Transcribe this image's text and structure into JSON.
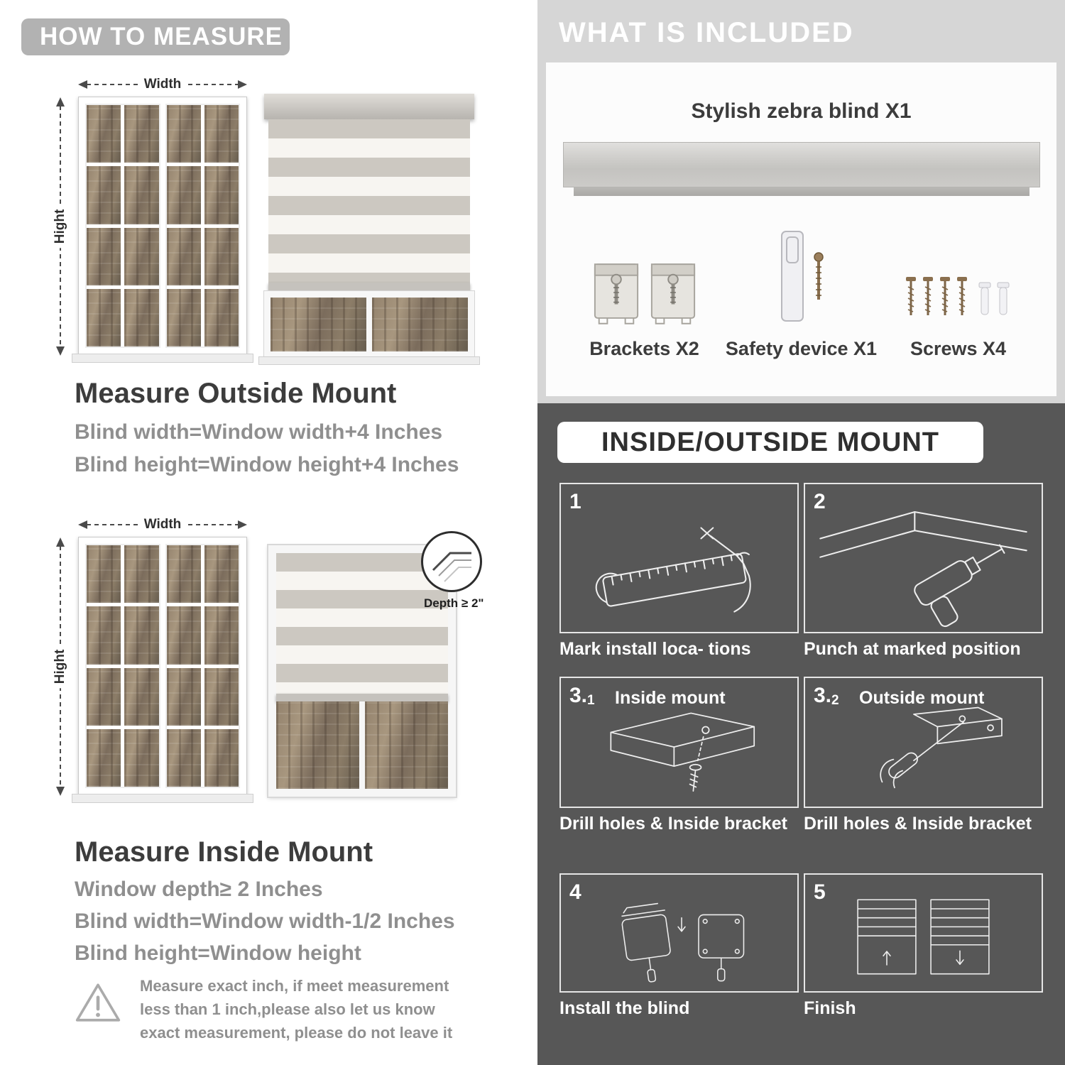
{
  "palette": {
    "left_banner": "#b2b2b2",
    "right_top_bg": "#d6d6d6",
    "dark_bg": "#575757",
    "stripe_gray": "#ccc8c1",
    "stripe_sheer": "#f7f5f1",
    "text_dark": "#3c3c3c",
    "text_gray": "#8f8f8f"
  },
  "left": {
    "header": "HOW TO MEASURE",
    "outside": {
      "width_label": "Width",
      "height_label": "Hight",
      "title": "Measure Outside Mount",
      "line1": "Blind width=Window width+4 Inches",
      "line2": "Blind height=Window height+4 Inches"
    },
    "inside": {
      "width_label": "Width",
      "height_label": "Hight",
      "depth_callout": "Depth ≥ 2\"",
      "title": "Measure Inside Mount",
      "line1": "Window depth≥ 2 Inches",
      "line2": "Blind width=Window width-1/2 Inches",
      "line3": "Blind height=Window height"
    },
    "warning": "Measure exact inch, if meet measurement less than 1 inch,please also let us know exact measurement, please do not leave it"
  },
  "right": {
    "included": {
      "header": "WHAT IS INCLUDED",
      "blind_label": "Stylish zebra blind X1",
      "items": [
        "Brackets X2",
        "Safety device X1",
        "Screws X4"
      ]
    },
    "mount": {
      "header": "INSIDE/OUTSIDE MOUNT",
      "steps": [
        {
          "num": "1",
          "caption": "Mark install loca- tions"
        },
        {
          "num": "2",
          "caption": "Punch at  marked position"
        },
        {
          "num": "3.",
          "sub": "1",
          "label": "Inside mount",
          "caption": "Drill holes &  Inside bracket"
        },
        {
          "num": "3.",
          "sub": "2",
          "label": "Outside mount",
          "caption": "Drill holes &  Inside bracket"
        },
        {
          "num": "4",
          "caption": "Install the blind"
        },
        {
          "num": "5",
          "caption": "Finish"
        }
      ]
    }
  }
}
